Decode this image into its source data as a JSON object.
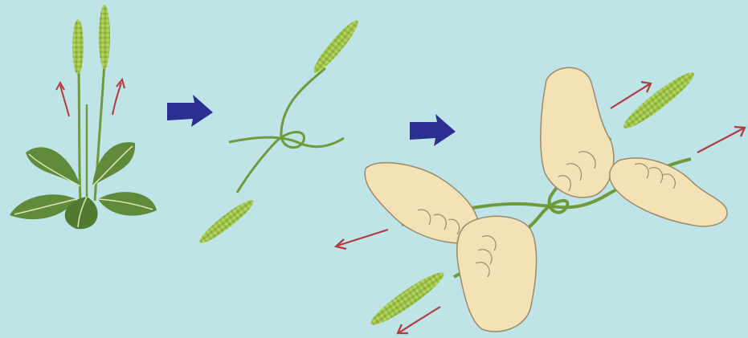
{
  "diagram": {
    "steps": [
      {
        "id": "step-1",
        "subject": "plantain-plant"
      },
      {
        "id": "step-2",
        "subject": "two-looped-stems"
      },
      {
        "id": "step-3",
        "subject": "hands-pulling-stems"
      }
    ],
    "arrows": {
      "step_arrow_icon": "right-arrow-icon",
      "pull_arrow_icon": "pull-arrow-icon"
    }
  },
  "colors": {
    "background": "#bfe4e8",
    "step_arrow": "#2b2f8f",
    "pull_arrow": "#b13a3c",
    "leaf": "#5e8a3a",
    "leaf_vein": "#d9e6b8",
    "stem": "#6f9a3a",
    "seed_head": "#9cc146",
    "hand": "#f4e2b7",
    "hand_outline": "#9c8a68"
  }
}
